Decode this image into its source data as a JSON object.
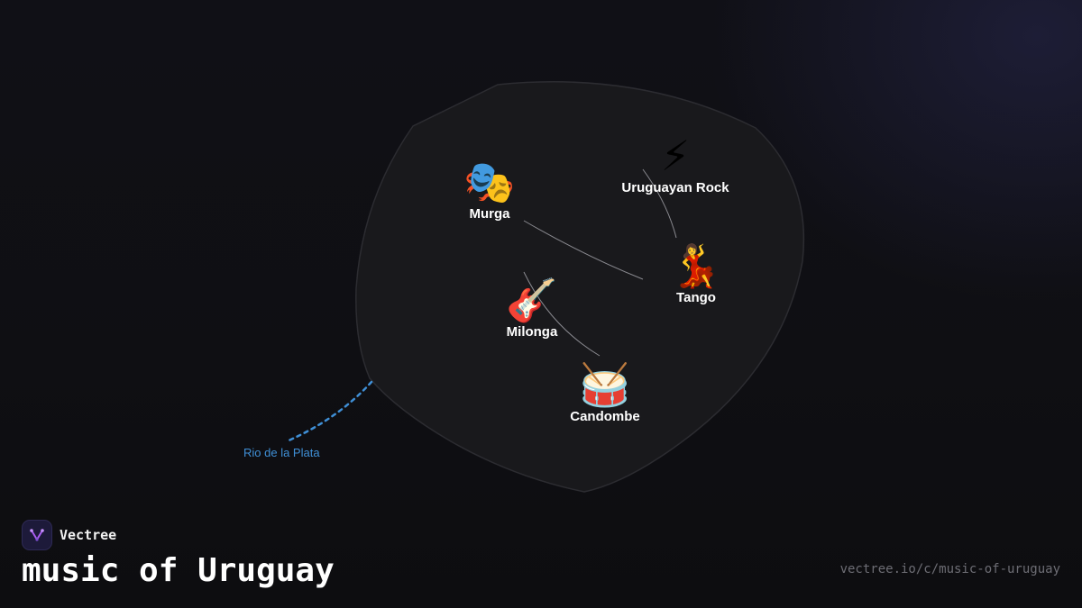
{
  "brand": {
    "name": "Vectree",
    "accent": "#a85cf0"
  },
  "title": "music of Uruguay",
  "url": "vectree.io/c/music-of-uruguay",
  "river": {
    "label": "Rio de la Plata",
    "color": "#3f8fd6"
  },
  "genres": [
    {
      "id": "murga",
      "label": "Murga",
      "emoji": "🎭"
    },
    {
      "id": "uruguayan-rock",
      "label": "Uruguayan Rock",
      "emoji": "⚡"
    },
    {
      "id": "tango",
      "label": "Tango",
      "emoji": "💃"
    },
    {
      "id": "milonga",
      "label": "Milonga",
      "emoji": "🎸"
    },
    {
      "id": "candombe",
      "label": "Candombe",
      "emoji": "🥁"
    }
  ],
  "connections": [
    {
      "from": "murga",
      "to": "tango"
    },
    {
      "from": "uruguayan-rock",
      "to": "tango"
    },
    {
      "from": "milonga",
      "to": "candombe"
    }
  ]
}
